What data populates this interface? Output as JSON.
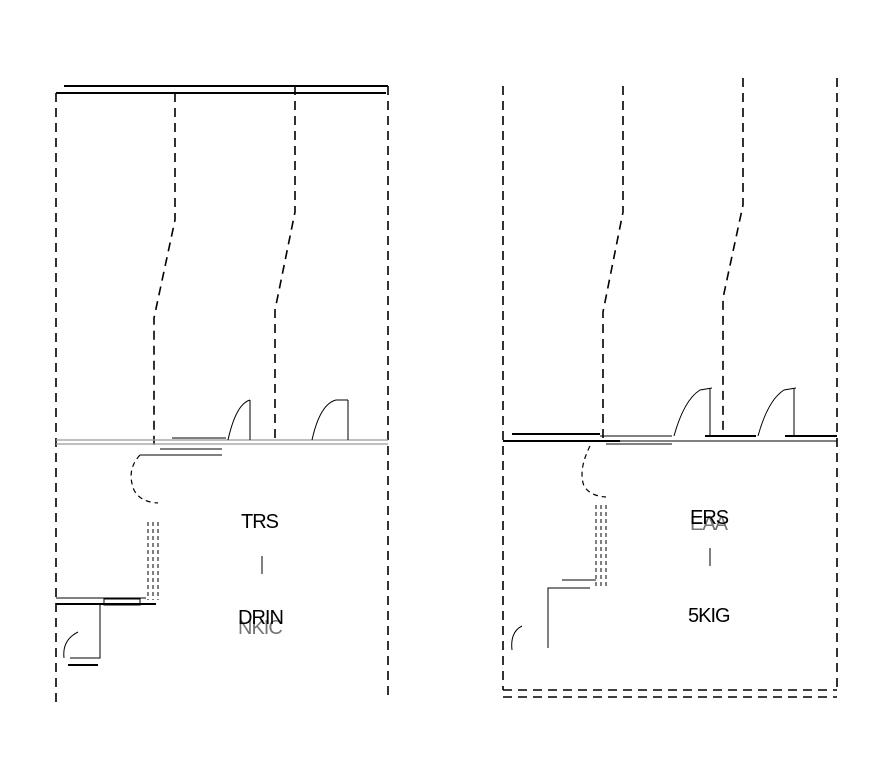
{
  "plans": [
    {
      "id": "left",
      "labels": {
        "top": "TRS",
        "bottom": "DRIN",
        "overlay": "NKIC"
      }
    },
    {
      "id": "right",
      "labels": {
        "top": "ERS",
        "overlay": "EAA",
        "bottom": "5KIG"
      }
    }
  ]
}
